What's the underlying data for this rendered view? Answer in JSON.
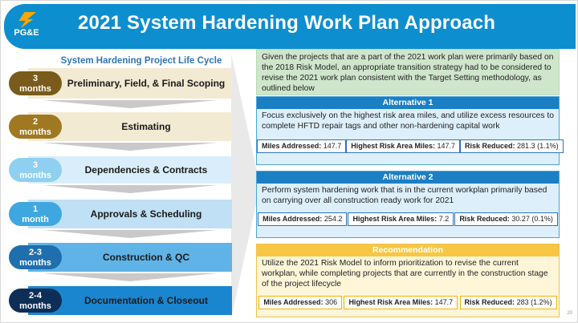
{
  "header": {
    "logo_text": "PG&E",
    "title": "2021 System Hardening Work Plan Approach"
  },
  "lifecycle": {
    "title": "System Hardening Project Life Cycle",
    "stages": [
      {
        "duration_value": "3",
        "duration_unit": "months",
        "label": "Preliminary, Field, & Final Scoping",
        "pill_color": "#7a5b1c",
        "bar_color": "#f2ead3"
      },
      {
        "duration_value": "2",
        "duration_unit": "months",
        "label": "Estimating",
        "pill_color": "#a07822",
        "bar_color": "#f2ead3"
      },
      {
        "duration_value": "3",
        "duration_unit": "months",
        "label": "Dependencies & Contracts",
        "pill_color": "#8fd0f1",
        "bar_color": "#d9eefa"
      },
      {
        "duration_value": "1",
        "duration_unit": "month",
        "label": "Approvals & Scheduling",
        "pill_color": "#3fa7e0",
        "bar_color": "#bfe0f5"
      },
      {
        "duration_value": "2-3",
        "duration_unit": "months",
        "label": "Construction & QC",
        "pill_color": "#1f6fae",
        "bar_color": "#5fb3e6"
      },
      {
        "duration_value": "2-4",
        "duration_unit": "months",
        "label": "Documentation & Closeout",
        "pill_color": "#0d2e57",
        "bar_color": "#1a86cf"
      }
    ]
  },
  "intro_text": "Given the projects that are a part of the 2021 work plan were primarily based on the 2018 Risk Model, an appropriate transition strategy had to be considered to revise the 2021 work plan consistent with the Target Setting methodology, as outlined below",
  "alternative1": {
    "heading": "Alternative 1",
    "text": "Focus exclusively on the highest risk area miles, and utilize excess resources to complete HFTD repair tags and other non-hardening capital work",
    "metrics": [
      {
        "label": "Miles Addressed:",
        "value": "147.7"
      },
      {
        "label": "Highest Risk Area Miles:",
        "value": "147.7"
      },
      {
        "label": "Risk Reduced:",
        "value": "281.3 (1.1%)"
      }
    ]
  },
  "alternative2": {
    "heading": "Alternative 2",
    "text": "Perform system hardening work that is in the current workplan primarily based on carrying over all construction ready work for 2021",
    "metrics": [
      {
        "label": "Miles Addressed:",
        "value": "254.2"
      },
      {
        "label": "Highest Risk Area Miles:",
        "value": "7.2"
      },
      {
        "label": "Risk Reduced:",
        "value": "30.27 (0.1%)"
      }
    ]
  },
  "recommendation": {
    "heading": "Recommendation",
    "text": "Utilize the 2021 Risk Model to inform prioritization to revise the current workplan, while completing projects that are currently in the construction stage of the project lifecycle",
    "metrics": [
      {
        "label": "Miles Addressed:",
        "value": "306"
      },
      {
        "label": "Highest Risk Area Miles:",
        "value": "147.7"
      },
      {
        "label": "Risk Reduced:",
        "value": "283 (1.2%)"
      }
    ]
  },
  "page_number": "20"
}
